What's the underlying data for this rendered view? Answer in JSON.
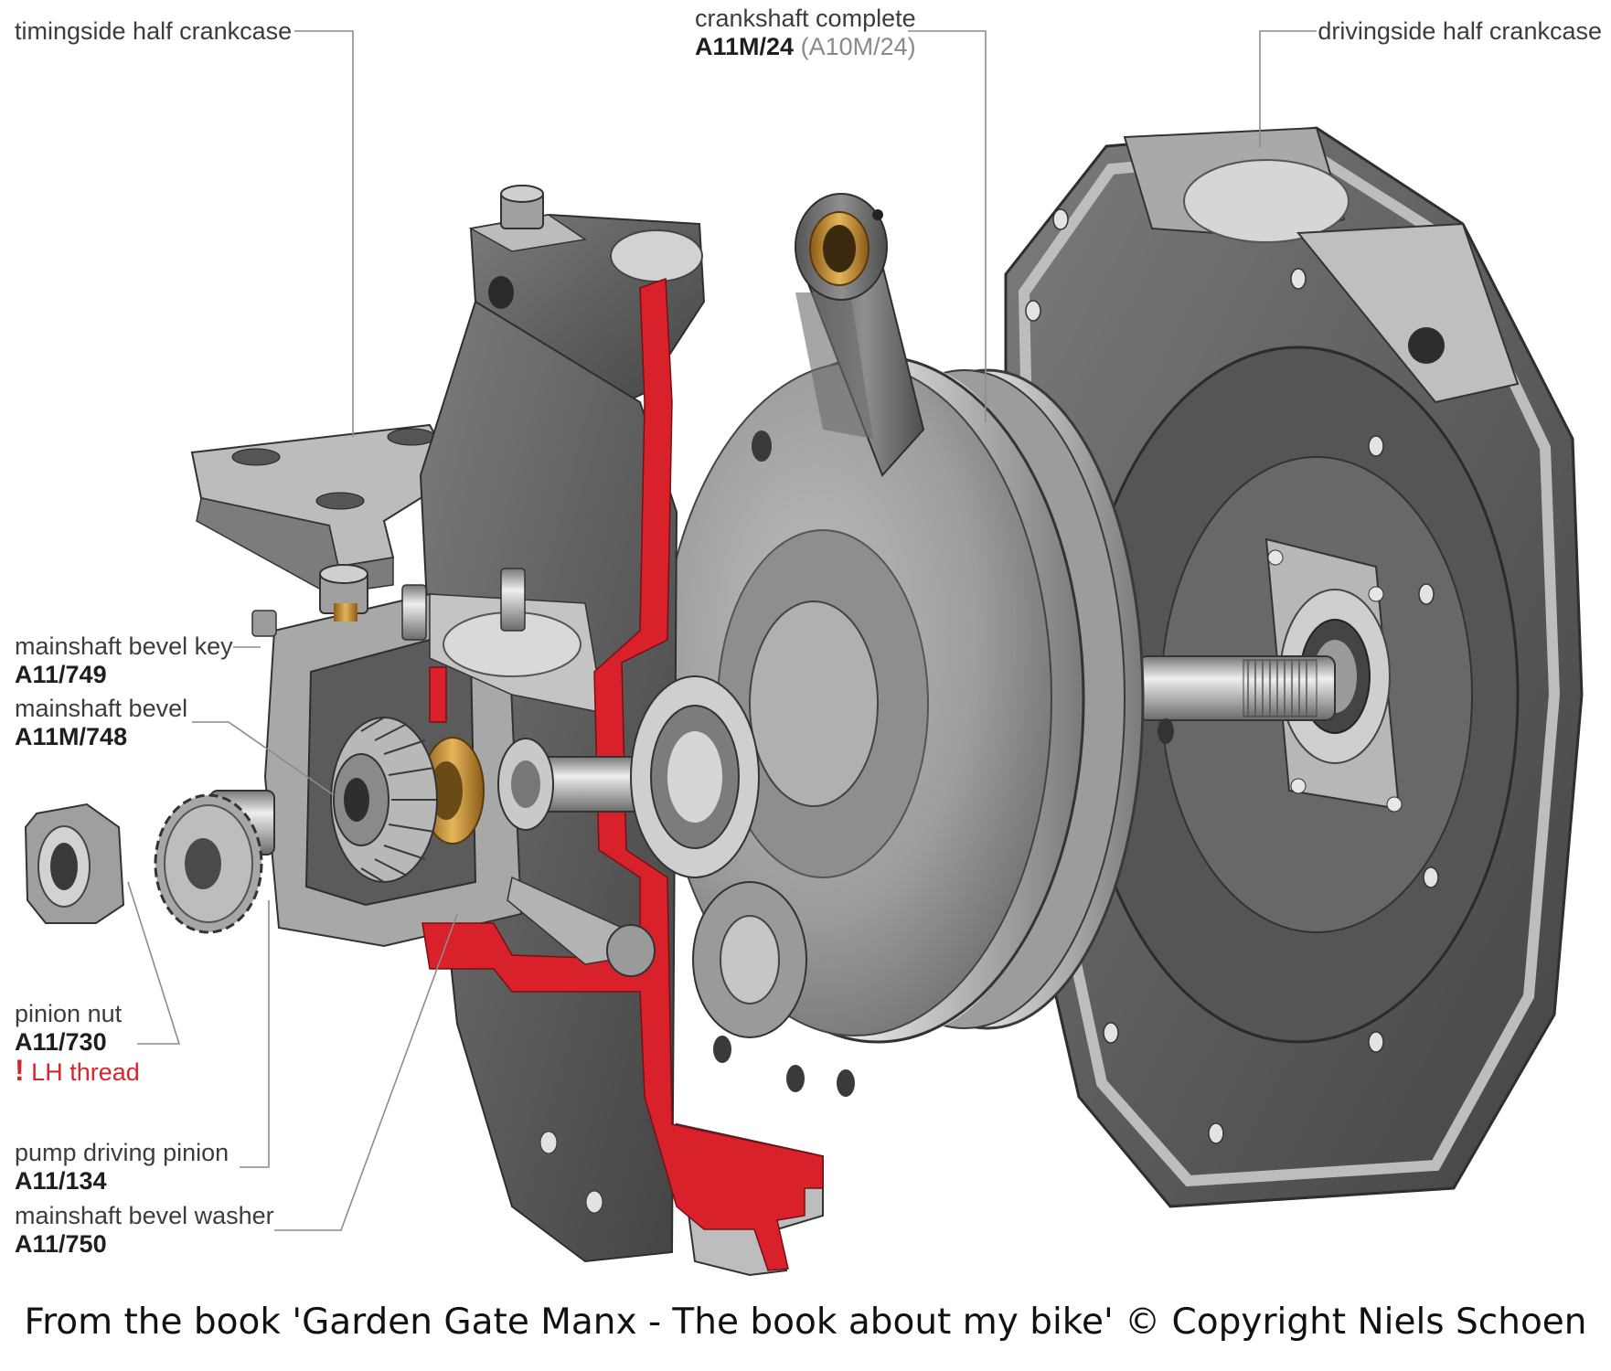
{
  "labels": {
    "timingside_crankcase": {
      "name": "timingside half crankcase"
    },
    "crankshaft": {
      "name": "crankshaft complete",
      "number": "A11M/24",
      "alt_number": "(A10M/24)"
    },
    "drivingside_crankcase": {
      "name": "drivingside half crankcase"
    },
    "mainshaft_bevel_key": {
      "name": "mainshaft bevel key",
      "number": "A11/749"
    },
    "mainshaft_bevel": {
      "name": "mainshaft bevel",
      "number": "A11M/748"
    },
    "pinion_nut": {
      "name": "pinion nut",
      "number": "A11/730",
      "warning_mark": "!",
      "warning": "LH thread"
    },
    "pump_driving_pinion": {
      "name": "pump driving pinion",
      "number": "A11/134"
    },
    "mainshaft_bevel_washer": {
      "name": "mainshaft bevel washer",
      "number": "A11/750"
    }
  },
  "caption": "From the book 'Garden Gate Manx - The book about my bike' © Copyright Niels Schoen",
  "colors": {
    "cut_section": "#d8212a",
    "metal_light": "#d9d9d9",
    "metal_mid": "#9a9a9a",
    "metal_dark": "#4a4a4a",
    "bronze": "#c89a3a",
    "leader_line": "#8c8c8c",
    "warning_text": "#d7262b"
  }
}
